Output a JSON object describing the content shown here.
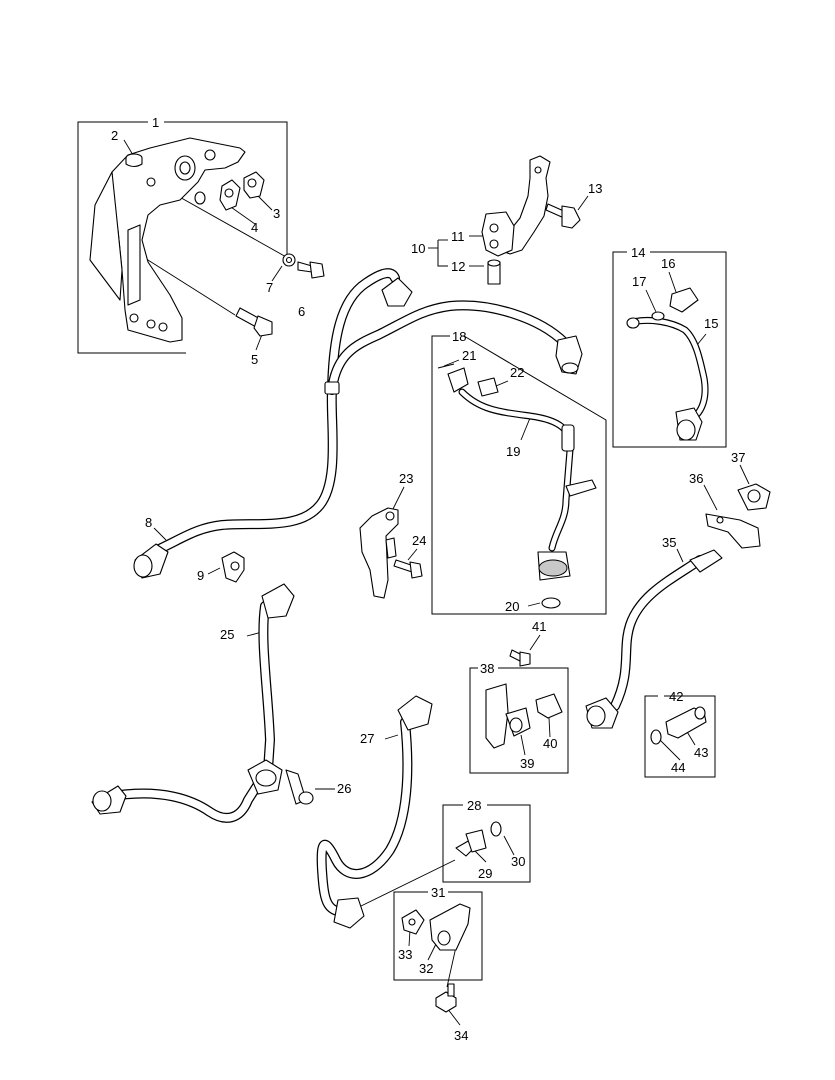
{
  "callouts": [
    "1",
    "2",
    "3",
    "4",
    "5",
    "6",
    "7",
    "8",
    "9",
    "10",
    "11",
    "12",
    "13",
    "14",
    "15",
    "16",
    "17",
    "18",
    "19",
    "20",
    "21",
    "22",
    "23",
    "24",
    "25",
    "26",
    "27",
    "28",
    "29",
    "30",
    "31",
    "32",
    "33",
    "34",
    "35",
    "36",
    "37",
    "38",
    "39",
    "40",
    "41",
    "42",
    "43",
    "44"
  ]
}
